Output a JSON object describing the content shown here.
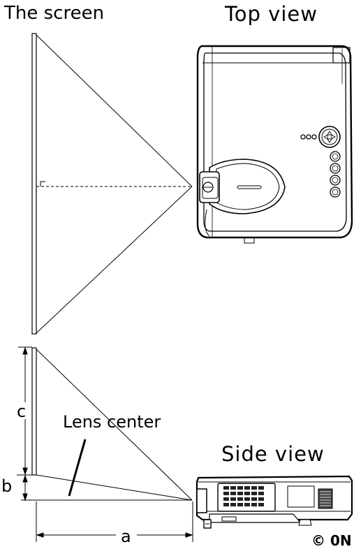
{
  "labels": {
    "screen": "The screen",
    "top_view": "Top view",
    "side_view": "Side view",
    "lens_center": "Lens center",
    "dim_a": "a",
    "dim_b": "b",
    "dim_c": "c",
    "corner_mark": "© 0N"
  },
  "colors": {
    "line": "#000000",
    "body": "#ffffff",
    "shade": "#222222"
  }
}
